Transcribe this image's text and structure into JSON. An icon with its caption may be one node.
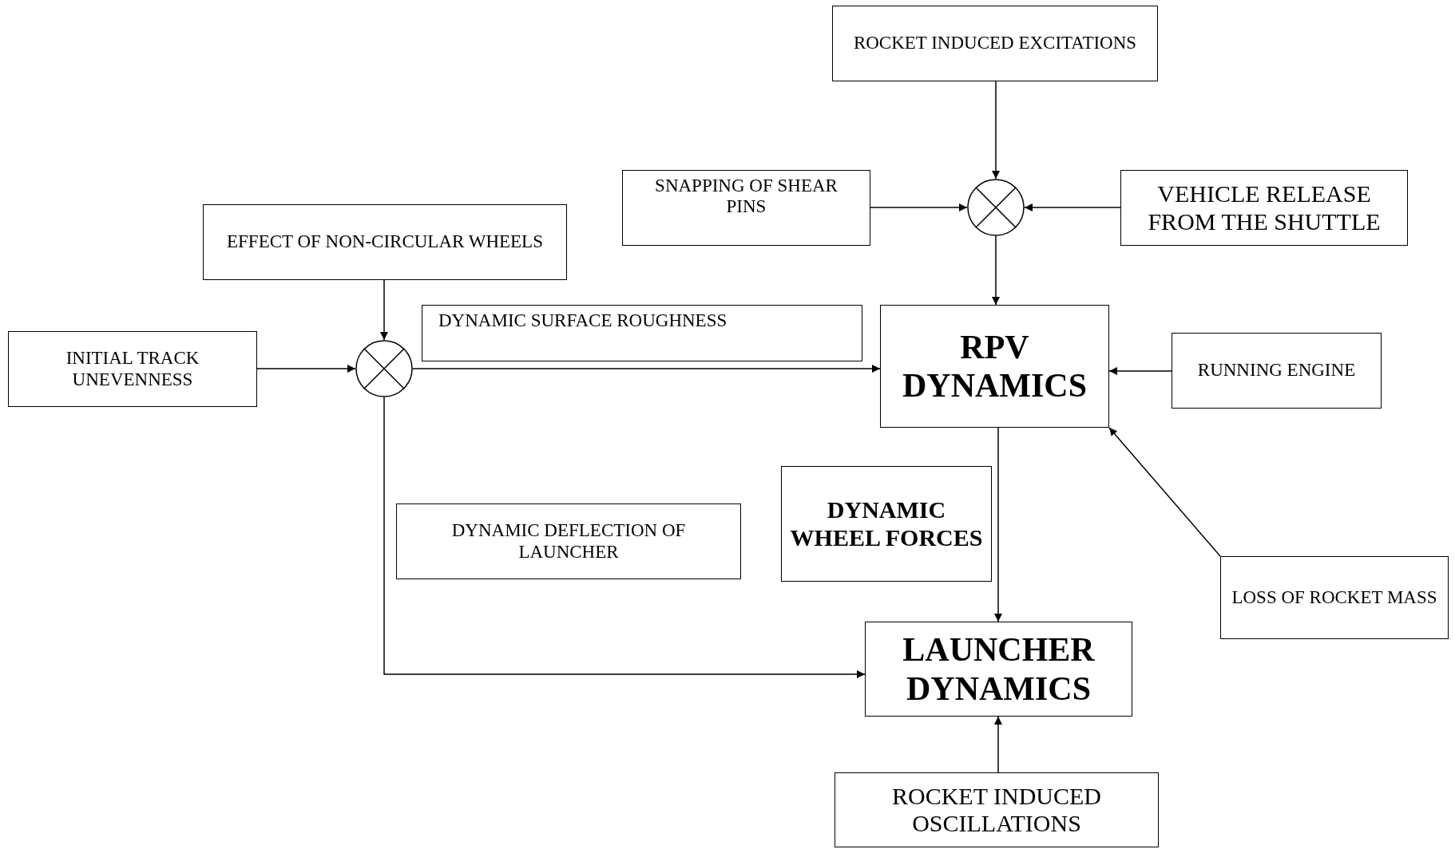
{
  "diagram": {
    "nodes": [
      {
        "text": [
          "ROCKET INDUCED EXCITATIONS"
        ]
      },
      {
        "text": [
          "SNAPPING OF SHEAR PINS"
        ]
      },
      {
        "text": [],
        "shape": "circle"
      },
      {
        "text": [
          "VEHICLE RELEASE FROM THE SHUTTLE"
        ]
      },
      {
        "text": [
          "EFFECT OF NON-CIRCULAR WHEELS"
        ]
      },
      {
        "text": [
          "INITIAL TRACK UNEVENNESS"
        ]
      },
      {
        "text": [],
        "shape": "circle"
      },
      {
        "text": [
          "DYNAMIC SURFACE ROUGHNESS"
        ]
      },
      {
        "text": [
          "RPV DYNAMICS"
        ]
      },
      {
        "text": [
          "RUNNING ENGINE"
        ]
      },
      {
        "text": [
          "DYNAMIC DEFLECTION OF LAUNCHER"
        ]
      },
      {
        "text": [
          "DYNAMIC WHEEL FORCES"
        ]
      },
      {
        "text": [
          "LOSS OF ROCKET MASS"
        ]
      },
      {
        "text": [
          "LAUNCHER DYNAMICS"
        ]
      },
      {
        "text": [
          "ROCKET INDUCED OSCILLATIONS"
        ]
      }
    ],
    "edges": [
      {
        "from": 0,
        "to": 2,
        "arrow": "to"
      },
      {
        "from": 1,
        "to": 2,
        "arrow": "to"
      },
      {
        "from": 3,
        "to": 2,
        "arrow": "to"
      },
      {
        "from": 2,
        "to": 8,
        "arrow": "to"
      },
      {
        "from": 4,
        "to": 6,
        "arrow": "to"
      },
      {
        "from": 5,
        "to": 6,
        "arrow": "to"
      },
      {
        "from": 6,
        "to": 8,
        "arrow": "to"
      },
      {
        "from": 9,
        "to": 8,
        "arrow": "to"
      },
      {
        "from": 12,
        "to": 8,
        "arrow": "to"
      },
      {
        "from": 8,
        "to": 13,
        "arrow": "to"
      },
      {
        "from": 6,
        "to": 13,
        "arrow": "to"
      },
      {
        "from": 14,
        "to": 13,
        "arrow": "to"
      }
    ]
  }
}
